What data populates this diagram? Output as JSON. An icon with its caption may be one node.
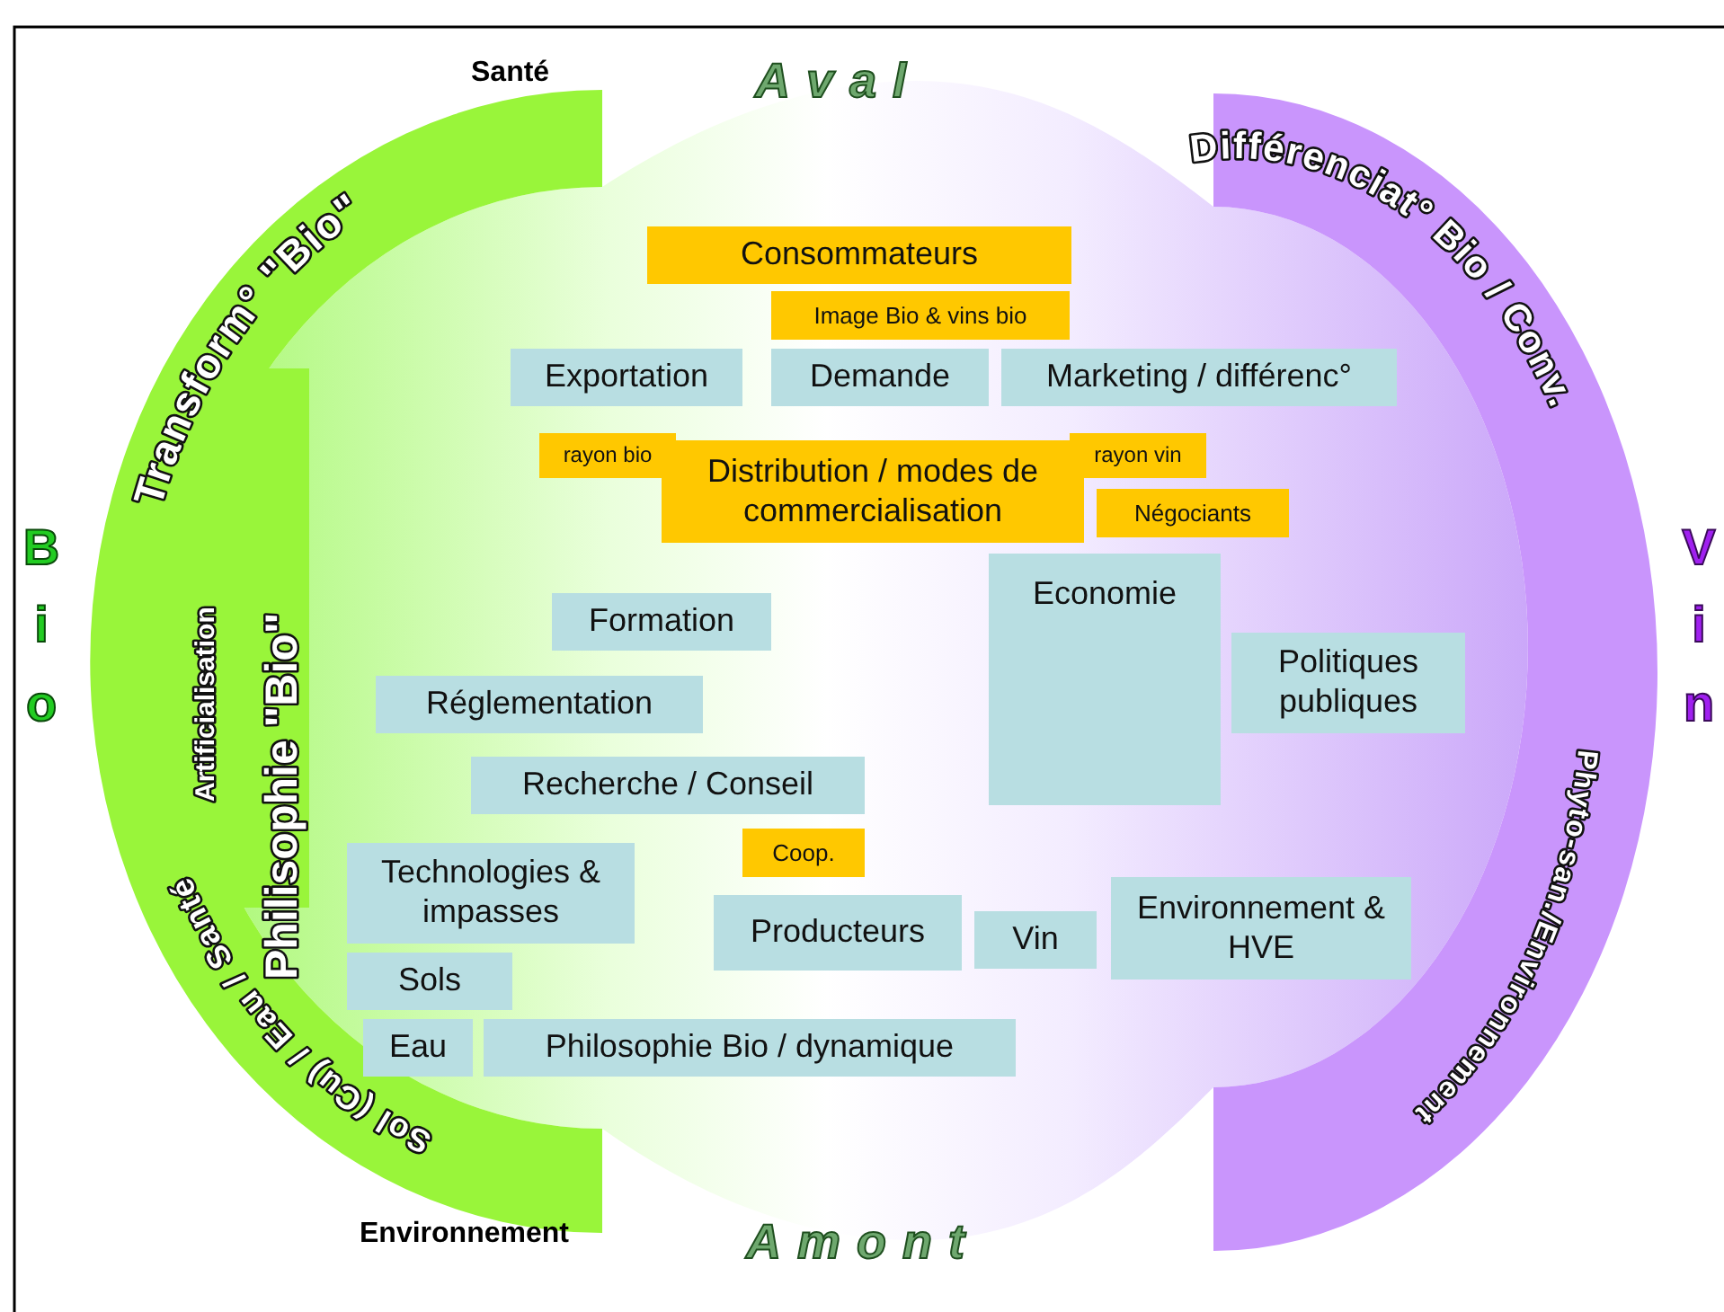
{
  "diagram": {
    "nodes": [
      {
        "text": [
          "Consommateurs"
        ]
      },
      {
        "text": [
          "Image Bio & vins bio"
        ]
      },
      {
        "text": [
          "Exportation"
        ]
      },
      {
        "text": [
          "Demande"
        ]
      },
      {
        "text": [
          "Marketing / différenc°"
        ]
      },
      {
        "text": [
          "rayon bio"
        ]
      },
      {
        "text": [
          "Distribution / modes de commercialisation"
        ]
      },
      {
        "text": [
          "rayon vin"
        ]
      },
      {
        "text": [
          "Négociants"
        ]
      },
      {
        "text": [
          "Formation"
        ]
      },
      {
        "text": [
          "Economie"
        ]
      },
      {
        "text": [
          "Politiques publiques"
        ]
      },
      {
        "text": [
          "Réglementation"
        ]
      },
      {
        "text": [
          "Recherche / Conseil"
        ]
      },
      {
        "text": [
          "Coop."
        ]
      },
      {
        "text": [
          "Technologies & impasses"
        ]
      },
      {
        "text": [
          "Producteurs"
        ]
      },
      {
        "text": [
          "Vin"
        ]
      },
      {
        "text": [
          "Environnement & HVE"
        ]
      },
      {
        "text": [
          "Sols"
        ]
      },
      {
        "text": [
          "Eau"
        ]
      },
      {
        "text": [
          "Philosophie Bio / dynamique"
        ]
      }
    ],
    "labels": [
      "Aval",
      "Santé",
      "Transform° \"Bio\"",
      "Différenciat° Bio / Conv.",
      "Bio",
      "Vin",
      "Artificialisation",
      "Philisophie \"Bio\"",
      "Sol (Cu) / Eau / Santé",
      "Phyto-san./Environnement",
      "Environnement",
      "Amont"
    ]
  }
}
